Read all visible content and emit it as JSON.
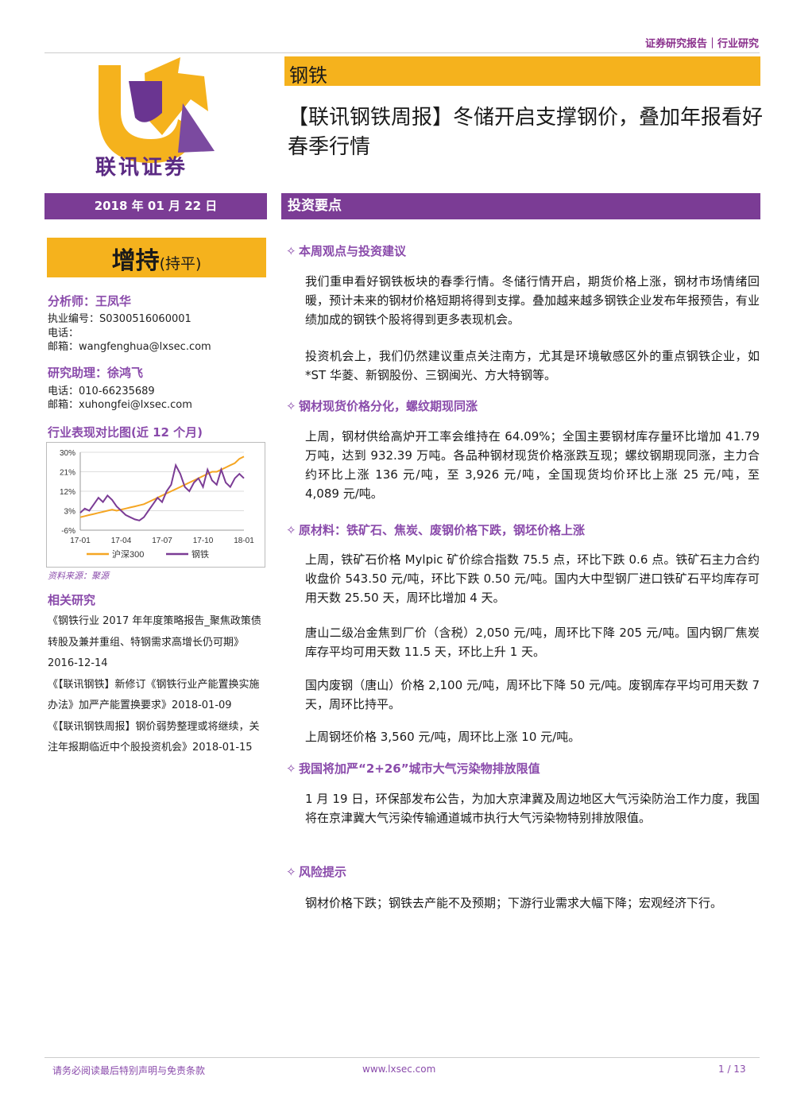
{
  "header": {
    "report_type": "证券研究报告｜行业研究",
    "sector": "钢铁"
  },
  "logo": {
    "company": "联讯证券"
  },
  "title": "【联讯钢铁周报】冬储开启支撑钢价，叠加年报看好春季行情",
  "date": "2018 年 01 月 22 日",
  "section_banner": "投资要点",
  "rating": {
    "main": "增持",
    "sub": "(持平)"
  },
  "analyst": {
    "name": "分析师：王凤华",
    "license": "执业编号：S0300516060001",
    "phone": "电话：",
    "email": "邮箱：wangfenghua@lxsec.com"
  },
  "assistant": {
    "name": "研究助理：徐鸿飞",
    "phone": "电话：010-66235689",
    "email": "邮箱：xuhongfei@lxsec.com"
  },
  "chart_title": "行业表现对比图(近 12 个月)",
  "chart_source": "资料来源：聚源",
  "chart_data": {
    "type": "line",
    "x": [
      "17-01",
      "17-04",
      "17-07",
      "17-10",
      "18-01"
    ],
    "yticks": [
      "30%",
      "21%",
      "12%",
      "3%",
      "-6%"
    ],
    "ylim": [
      -6,
      30
    ],
    "series": [
      {
        "name": "沪深300",
        "color": "#f5a623",
        "values": [
          0,
          0.5,
          1,
          1.5,
          2,
          2.5,
          3,
          3.5,
          3,
          3.5,
          4,
          4.5,
          5,
          5.5,
          6,
          7,
          8,
          9,
          10,
          11,
          12,
          13,
          14,
          15,
          16,
          17,
          18,
          19,
          20,
          21,
          21,
          22,
          23,
          24,
          25,
          27,
          28
        ]
      },
      {
        "name": "钢铁",
        "color": "#7b3c95",
        "values": [
          2,
          4,
          3,
          6,
          9,
          7,
          10,
          8,
          5,
          3,
          1,
          0,
          -1,
          -1.5,
          0,
          3,
          6,
          9,
          7,
          12,
          15,
          24,
          20,
          14,
          12,
          16,
          18,
          14,
          22,
          17,
          15,
          22,
          16,
          14,
          18,
          20,
          18
        ]
      }
    ]
  },
  "related_title": "相关研究",
  "related": [
    "《钢铁行业 2017 年年度策略报告_聚焦政策债转股及兼并重组、特钢需求高增长仍可期》2016-12-14",
    "《【联讯钢铁】新修订《钢铁行业产能置换实施办法》加严产能置换要求》2018-01-09",
    "《【联讯钢铁周报】钢价弱势整理或将继续，关注年报期临近中个股投资机会》2018-01-15"
  ],
  "sections": [
    {
      "heading": "本周观点与投资建议",
      "paras": [
        "我们重申看好钢铁板块的春季行情。冬储行情开启，期货价格上涨，钢材市场情绪回暖，预计未来的钢材价格短期将得到支撑。叠加越来越多钢铁企业发布年报预告，有业绩加成的钢铁个股将得到更多表现机会。",
        "投资机会上，我们仍然建议重点关注南方，尤其是环境敏感区外的重点钢铁企业，如*ST 华菱、新钢股份、三钢闽光、方大特钢等。"
      ]
    },
    {
      "heading": "钢材现货价格分化，螺纹期现同涨",
      "paras": [
        "上周，钢材供给高炉开工率会维持在 64.09%；全国主要钢材库存量环比增加 41.79 万吨，达到 932.39 万吨。各品种钢材现货价格涨跌互现；螺纹钢期现同涨，主力合约环比上涨 136 元/吨，至 3,926 元/吨，全国现货均价环比上涨 25 元/吨，至 4,089 元/吨。"
      ]
    },
    {
      "heading": "原材料：铁矿石、焦炭、废钢价格下跌，钢坯价格上涨",
      "paras": [
        "上周，铁矿石价格 Mylpic 矿价综合指数 75.5 点，环比下跌 0.6 点。铁矿石主力合约收盘价 543.50 元/吨，环比下跌 0.50 元/吨。国内大中型钢厂进口铁矿石平均库存可用天数 25.50 天，周环比增加 4 天。",
        "唐山二级冶金焦到厂价（含税）2,050 元/吨，周环比下降 205 元/吨。国内钢厂焦炭库存平均可用天数 11.5 天，环比上升 1 天。",
        "国内废钢（唐山）价格 2,100 元/吨，周环比下降 50 元/吨。废钢库存平均可用天数 7 天，周环比持平。",
        "上周钢坯价格 3,560 元/吨，周环比上涨 10 元/吨。"
      ]
    },
    {
      "heading": "我国将加严“2+26”城市大气污染物排放限值",
      "paras": [
        "1 月 19 日，环保部发布公告，为加大京津冀及周边地区大气污染防治工作力度，我国将在京津冀大气污染传输通道城市执行大气污染物特别排放限值。"
      ]
    },
    {
      "heading": "风险提示",
      "paras": [
        "钢材价格下跌；钢铁去产能不及预期；下游行业需求大幅下降；宏观经济下行。"
      ]
    }
  ],
  "footer": {
    "disclaimer": "请务必阅读最后特别声明与免责条款",
    "url": "www.lxsec.com",
    "page": "1 / 13"
  }
}
